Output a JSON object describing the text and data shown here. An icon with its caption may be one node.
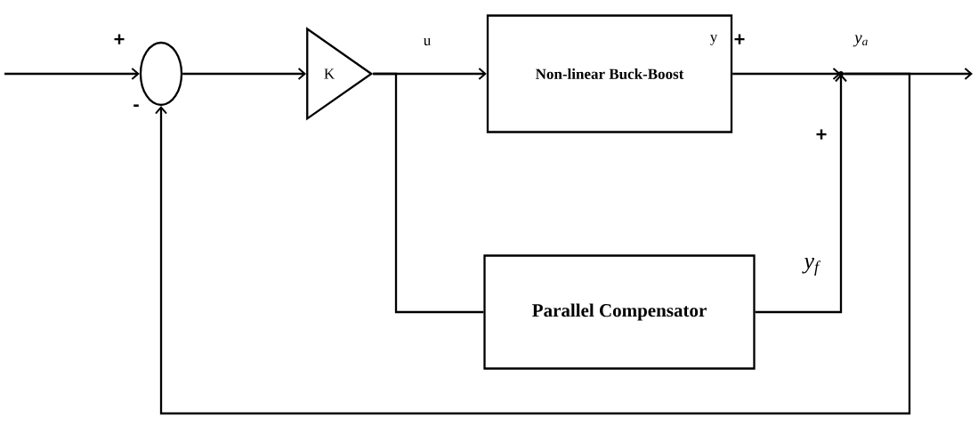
{
  "diagram": {
    "nodes": [
      {
        "text": [],
        "shape": "circle"
      },
      {
        "text": [
          "K"
        ]
      },
      {
        "text": [
          "Non-linear Buck-Boost"
        ]
      },
      {
        "text": [
          "Parallel Compensator"
        ]
      },
      {
        "text": [],
        "shape": "point"
      }
    ],
    "edges": [
      {
        "from": null,
        "to": 0,
        "arrow": "to"
      },
      {
        "from": 0,
        "to": 1,
        "arrow": "to"
      },
      {
        "from": 1,
        "to": 2,
        "arrow": "to",
        "label": "u"
      },
      {
        "from": 1,
        "to": 3,
        "arrow": "none"
      },
      {
        "from": 2,
        "to": 4,
        "arrow": "to",
        "label": "y"
      },
      {
        "from": 3,
        "to": 4,
        "arrow": "to",
        "label": "y$_{f}$"
      },
      {
        "from": 4,
        "to": null,
        "arrow": "to",
        "label": "y$_{a}$"
      },
      {
        "from": 4,
        "to": 0,
        "arrow": "to"
      }
    ],
    "labels": [
      "+",
      "-",
      "+",
      "+"
    ]
  }
}
